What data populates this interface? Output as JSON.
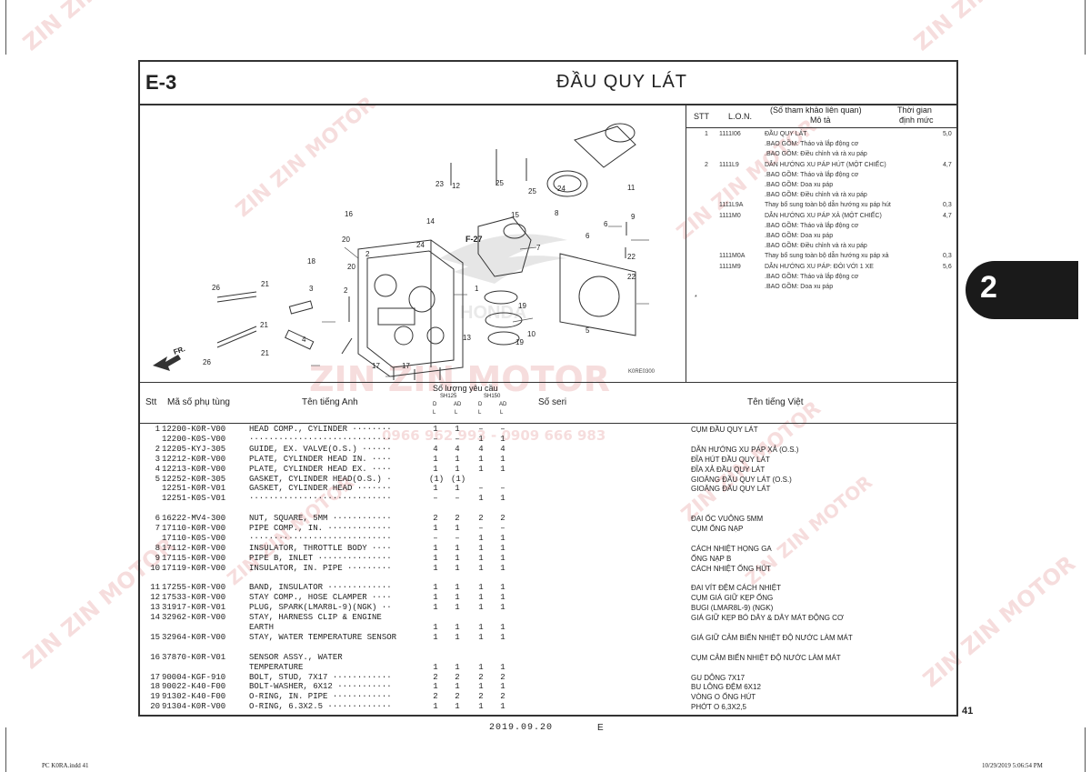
{
  "page": {
    "section_code": "E-3",
    "title": "ĐẦU QUY LÁT",
    "side_tab": "2",
    "page_number": "41",
    "date_code": "2019.09.20",
    "edition": "E",
    "file_info": "PC K0RA.indd 41",
    "print_info": "10/29/2019 5:06:54 PM"
  },
  "watermark": {
    "brand": "ZIN ZIN MOTOR",
    "phone": "0966 962 993 - 0909 666 983"
  },
  "diagram": {
    "fig_ref": "F-27",
    "figure_id": "K0RE0300",
    "direction_label": "FR.",
    "logo_text": "HONDA",
    "callouts": [
      "1",
      "2",
      "2",
      "3",
      "4",
      "5",
      "6",
      "6",
      "7",
      "8",
      "9",
      "10",
      "11",
      "12",
      "13",
      "14",
      "15",
      "16",
      "17",
      "17",
      "18",
      "19",
      "19",
      "20",
      "20",
      "21",
      "21",
      "21",
      "22",
      "22",
      "23",
      "24",
      "24",
      "25",
      "25",
      "26",
      "26"
    ]
  },
  "labor_table": {
    "headers": {
      "stt": "STT",
      "lon": "L.O.N.",
      "desc": "(Số tham khảo liên quan)",
      "desc_sub": "Mô tả",
      "time": "Thời gian",
      "time_sub": "định mức"
    },
    "rows": [
      {
        "stt": "1",
        "lon": "1111I06",
        "desc": "ĐẦU QUY LÁT",
        "time": "5,0"
      },
      {
        "stt": "",
        "lon": "",
        "desc": ".BAO GỒM: Tháo và lắp động cơ",
        "time": ""
      },
      {
        "stt": "",
        "lon": "",
        "desc": ".BAO GỒM: Điều chỉnh và rà xu páp",
        "time": ""
      },
      {
        "stt": "2",
        "lon": "1111L9",
        "desc": "DẪN HƯỚNG XU PÁP HÚT (MỘT CHIẾC)",
        "time": "4,7"
      },
      {
        "stt": "",
        "lon": "",
        "desc": ".BAO GỒM: Tháo và lắp động cơ",
        "time": ""
      },
      {
        "stt": "",
        "lon": "",
        "desc": ".BAO GỒM: Doa xu páp",
        "time": ""
      },
      {
        "stt": "",
        "lon": "",
        "desc": ".BAO GỒM: Điều chỉnh và rà xu páp",
        "time": ""
      },
      {
        "stt": "",
        "lon": "1111L9A",
        "desc": "Thay bổ sung toàn bộ dẫn hướng xu páp hút",
        "time": "0,3"
      },
      {
        "stt": "",
        "lon": "1111M0",
        "desc": "DẪN HƯỚNG XU PÁP XẢ (MỘT CHIẾC)",
        "time": "4,7"
      },
      {
        "stt": "",
        "lon": "",
        "desc": ".BAO GỒM: Tháo và lắp động cơ",
        "time": ""
      },
      {
        "stt": "",
        "lon": "",
        "desc": ".BAO GỒM: Doa xu páp",
        "time": ""
      },
      {
        "stt": "",
        "lon": "",
        "desc": ".BAO GỒM: Điều chỉnh và rà xu páp",
        "time": ""
      },
      {
        "stt": "",
        "lon": "1111M0A",
        "desc": "Thay bổ sung toàn bộ dẫn hướng xu páp xả",
        "time": "0,3"
      },
      {
        "stt": "",
        "lon": "1111M9",
        "desc": "DẪN HƯỚNG XU PÁP: ĐÔI VỚI 1 XE",
        "time": "5,6"
      },
      {
        "stt": "",
        "lon": "",
        "desc": ".BAO GỒM: Tháo và lắp động cơ",
        "time": ""
      },
      {
        "stt": "",
        "lon": "",
        "desc": ".BAO GỒM: Doa xu páp",
        "time": ""
      }
    ],
    "footnote": "*"
  },
  "parts_table": {
    "headers": {
      "stt": "Stt",
      "part_no": "Mã số phụ tùng",
      "name_en": "Tên tiếng Anh",
      "qty_group": "Số lượng yêu cầu",
      "sh125": "SH125",
      "sh150": "SH150",
      "qty_d": "D",
      "qty_ad": "AD",
      "qty_l": "L",
      "serial": "Số seri",
      "name_vn": "Tên tiếng Việt"
    },
    "rows": [
      {
        "stt": "1",
        "part_no": "12200-K0R-V00",
        "name_en": "HEAD COMP., CYLINDER ········",
        "q": [
          "1",
          "1",
          "–",
          "–"
        ],
        "vn": "CỤM ĐẦU QUY LÁT"
      },
      {
        "stt": "",
        "part_no": "12200-K0S-V00",
        "name_en": "·····························",
        "q": [
          "–",
          "–",
          "1",
          "1"
        ],
        "vn": ""
      },
      {
        "stt": "2",
        "part_no": "12205-KYJ-305",
        "name_en": "GUIDE, EX. VALVE(O.S.) ······",
        "q": [
          "4",
          "4",
          "4",
          "4"
        ],
        "vn": "DẪN HƯỚNG XU PÁP XẢ (O.S.)"
      },
      {
        "stt": "3",
        "part_no": "12212-K0R-V00",
        "name_en": "PLATE, CYLINDER HEAD IN. ····",
        "q": [
          "1",
          "1",
          "1",
          "1"
        ],
        "vn": "ĐĨA HÚT ĐẦU QUY LÁT"
      },
      {
        "stt": "4",
        "part_no": "12213-K0R-V00",
        "name_en": "PLATE, CYLINDER HEAD EX. ····",
        "q": [
          "1",
          "1",
          "1",
          "1"
        ],
        "vn": "ĐĨA XẢ ĐẦU QUY LÁT"
      },
      {
        "stt": "5",
        "part_no": "12252-K0R-305",
        "name_en": "GASKET, CYLINDER HEAD(O.S.) ·",
        "q": [
          "(1)",
          "(1)",
          "",
          ""
        ],
        "vn": "GIOĂNG ĐẦU QUY LÁT (O.S.)"
      },
      {
        "stt": "",
        "part_no": "12251-K0R-V01",
        "name_en": "GASKET, CYLINDER HEAD ·······",
        "q": [
          "1",
          "1",
          "–",
          "–"
        ],
        "vn": "GIOĂNG ĐẦU QUY LÁT"
      },
      {
        "stt": "",
        "part_no": "12251-K0S-V01",
        "name_en": "·····························",
        "q": [
          "–",
          "–",
          "1",
          "1"
        ],
        "vn": ""
      },
      {
        "stt": "",
        "part_no": "",
        "name_en": "",
        "q": [
          "",
          "",
          "",
          ""
        ],
        "vn": ""
      },
      {
        "stt": "6",
        "part_no": "16222-MV4-300",
        "name_en": "NUT, SQUARE, 5MM ············",
        "q": [
          "2",
          "2",
          "2",
          "2"
        ],
        "vn": "ĐAI ỐC VUÔNG 5MM"
      },
      {
        "stt": "7",
        "part_no": "17110-K0R-V00",
        "name_en": "PIPE COMP., IN. ·············",
        "q": [
          "1",
          "1",
          "–",
          "–"
        ],
        "vn": "CỤM ỐNG NẠP"
      },
      {
        "stt": "",
        "part_no": "17110-K0S-V00",
        "name_en": "·····························",
        "q": [
          "–",
          "–",
          "1",
          "1"
        ],
        "vn": ""
      },
      {
        "stt": "8",
        "part_no": "17112-K0R-V00",
        "name_en": "INSULATOR, THROTTLE BODY ····",
        "q": [
          "1",
          "1",
          "1",
          "1"
        ],
        "vn": "CÁCH NHIỆT HỌNG GA"
      },
      {
        "stt": "9",
        "part_no": "17115-K0R-V00",
        "name_en": "PIPE B, INLET ···············",
        "q": [
          "1",
          "1",
          "1",
          "1"
        ],
        "vn": "ỐNG NẠP B"
      },
      {
        "stt": "10",
        "part_no": "17119-K0R-V00",
        "name_en": "INSULATOR, IN. PIPE ·········",
        "q": [
          "1",
          "1",
          "1",
          "1"
        ],
        "vn": "CÁCH NHIỆT ỐNG HÚT"
      },
      {
        "stt": "",
        "part_no": "",
        "name_en": "",
        "q": [
          "",
          "",
          "",
          ""
        ],
        "vn": ""
      },
      {
        "stt": "11",
        "part_no": "17255-K0R-V00",
        "name_en": "BAND, INSULATOR ·············",
        "q": [
          "1",
          "1",
          "1",
          "1"
        ],
        "vn": "ĐAI VÍT ĐỆM CÁCH NHIỆT"
      },
      {
        "stt": "12",
        "part_no": "17533-K0R-V00",
        "name_en": "STAY COMP., HOSE CLAMPER ····",
        "q": [
          "1",
          "1",
          "1",
          "1"
        ],
        "vn": "CỤM GIÁ GIỮ KẸP ỐNG"
      },
      {
        "stt": "13",
        "part_no": "31917-K0R-V01",
        "name_en": "PLUG, SPARK(LMAR8L-9)(NGK) ··",
        "q": [
          "1",
          "1",
          "1",
          "1"
        ],
        "vn": "BUGI (LMAR8L-9) (NGK)"
      },
      {
        "stt": "14",
        "part_no": "32962-K0R-V00",
        "name_en": "STAY, HARNESS CLIP & ENGINE",
        "q": [
          "",
          "",
          "",
          ""
        ],
        "vn": "GIÁ GIỮ KẸP BÓ DÂY & DÂY MÁT ĐỘNG CƠ"
      },
      {
        "stt": "",
        "part_no": "",
        "name_en": "                        EARTH",
        "q": [
          "1",
          "1",
          "1",
          "1"
        ],
        "vn": ""
      },
      {
        "stt": "15",
        "part_no": "32964-K0R-V00",
        "name_en": "STAY, WATER TEMPERATURE SENSOR",
        "q": [
          "1",
          "1",
          "1",
          "1"
        ],
        "vn": "GIÁ GIỮ CẢM BIẾN NHIỆT ĐỘ NƯỚC LÀM MÁT"
      },
      {
        "stt": "",
        "part_no": "",
        "name_en": "",
        "q": [
          "",
          "",
          "",
          ""
        ],
        "vn": ""
      },
      {
        "stt": "16",
        "part_no": "37870-K0R-V01",
        "name_en": "SENSOR ASSY., WATER",
        "q": [
          "",
          "",
          "",
          ""
        ],
        "vn": "CỤM CẢM BIẾN NHIỆT ĐỘ NƯỚC LÀM MÁT"
      },
      {
        "stt": "",
        "part_no": "",
        "name_en": "                  TEMPERATURE",
        "q": [
          "1",
          "1",
          "1",
          "1"
        ],
        "vn": ""
      },
      {
        "stt": "17",
        "part_no": "90004-KGF-910",
        "name_en": "BOLT, STUD, 7X17 ············",
        "q": [
          "2",
          "2",
          "2",
          "2"
        ],
        "vn": "GU DÔNG 7X17"
      },
      {
        "stt": "18",
        "part_no": "90022-K40-F00",
        "name_en": "BOLT-WASHER, 6X12 ···········",
        "q": [
          "1",
          "1",
          "1",
          "1"
        ],
        "vn": "BU LÔNG ĐỆM 6X12"
      },
      {
        "stt": "19",
        "part_no": "91302-K40-F00",
        "name_en": "O-RING, IN. PIPE ············",
        "q": [
          "2",
          "2",
          "2",
          "2"
        ],
        "vn": "VÒNG O ỐNG HÚT"
      },
      {
        "stt": "20",
        "part_no": "91304-K0R-V00",
        "name_en": "O-RING, 6.3X2.5 ·············",
        "q": [
          "1",
          "1",
          "1",
          "1"
        ],
        "vn": "PHỚT O 6,3X2,5"
      }
    ]
  }
}
